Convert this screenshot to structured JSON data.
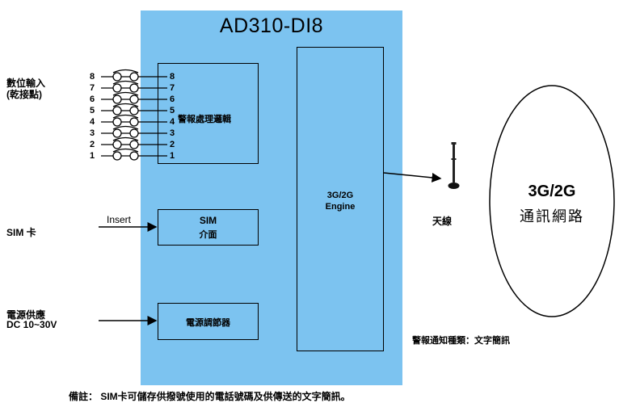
{
  "device": {
    "title": "AD310-DI8",
    "alarm_box_label": "警報處理邏輯",
    "sim_box_line1": "SIM",
    "sim_box_line2": "介面",
    "power_box_label": "電源調節器",
    "engine_line1": "3G/2G",
    "engine_line2": "Engine"
  },
  "inputs": {
    "label_line1": "數位輸入",
    "label_line2": "(乾接點)",
    "numbers": [
      "8",
      "7",
      "6",
      "5",
      "4",
      "3",
      "2",
      "1"
    ]
  },
  "sim": {
    "label": "SIM 卡",
    "arrow_label": "Insert"
  },
  "power": {
    "label_line1": "電源供應",
    "label_line2": "DC 10~30V"
  },
  "antenna": {
    "label": "天線"
  },
  "network": {
    "line1": "3G/2G",
    "line2": "通訊網路"
  },
  "alarm_types": "警報通知種類：文字簡訊",
  "footnote": "備註： SIM卡可儲存供撥號使用的電話號碼及供傳送的文字簡訊。"
}
